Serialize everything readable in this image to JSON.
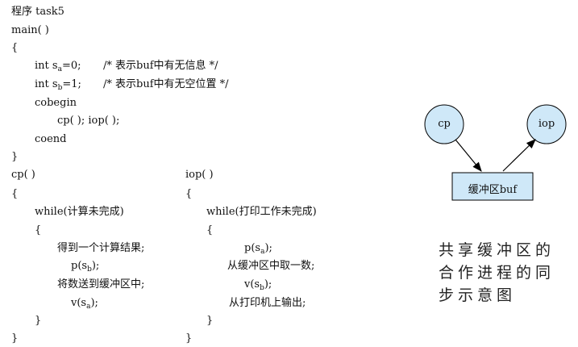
{
  "program": {
    "header": "程序 task5",
    "main_decl": "main( )",
    "open_brace": "{",
    "close_brace": "}",
    "decl_sa_pre": "int s",
    "decl_sa_sub": "a",
    "decl_sa_post": "=0;",
    "decl_sa_comment": "/*   表示buf中有无信息      */",
    "decl_sb_pre": "int s",
    "decl_sb_sub": "b",
    "decl_sb_post": "=1;",
    "decl_sb_comment": "/*   表示buf中有无空位置   */",
    "cobegin": "cobegin",
    "calls": "cp( );   iop( );",
    "coend": "coend"
  },
  "cp": {
    "decl": "cp( )",
    "open_brace": "{",
    "while_line": "while(计算未完成)",
    "inner_open": "{",
    "stmt1": "得到一个计算结果;",
    "stmt2_pre": "p(s",
    "stmt2_sub": "b",
    "stmt2_post": ");",
    "stmt3": "将数送到缓冲区中;",
    "stmt4_pre": "v(s",
    "stmt4_sub": "a",
    "stmt4_post": ");",
    "inner_close": "}",
    "close_brace": "}"
  },
  "iop": {
    "decl": "iop( )",
    "open_brace": "{",
    "while_line": "while(打印工作未完成)",
    "inner_open": "{",
    "stmt1_pre": "p(s",
    "stmt1_sub": "a",
    "stmt1_post": ");",
    "stmt2": "从缓冲区中取一数;",
    "stmt3_pre": "v(s",
    "stmt3_sub": "b",
    "stmt3_post": ");",
    "stmt4": "从打印机上输出;",
    "inner_close": "}",
    "close_brace": "}"
  },
  "diagram": {
    "node_cp": "cp",
    "node_iop": "iop",
    "buffer": "缓冲区buf",
    "node_fill": "#cfe8f8",
    "box_fill": "#cfe8f8",
    "stroke": "#000000"
  },
  "caption": {
    "line1": "共享缓冲区的",
    "line2": "合作进程的同",
    "line3": "步示意图"
  }
}
